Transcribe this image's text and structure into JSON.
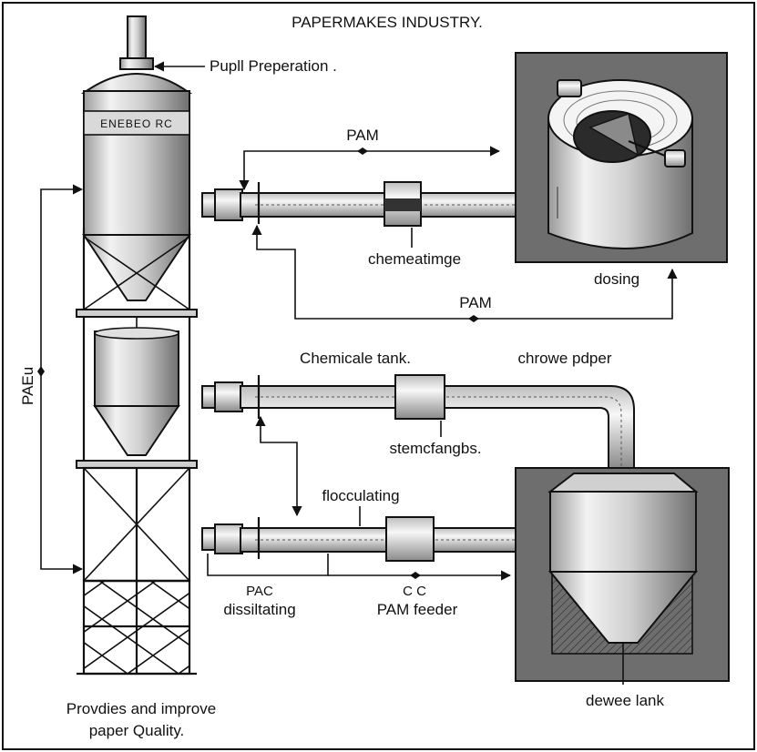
{
  "title": "PAPERMAKES INDUSTRY.",
  "labels": {
    "pulp_preparation": "Pupll Preperation .",
    "silo_stencil": "ENEBEO RC",
    "pam_top": "PAM",
    "chemeatimge": "chemeatimge",
    "dosing": "dosing",
    "pam_mid": "PAM",
    "chemical_tank": "Chemicale tank.",
    "chrowe_pdper": "chrowe pdper",
    "stemcfangbs": "stemcfangbs.",
    "flocculating": "flocculating",
    "pac": "PAC",
    "dissiltating": "dissiltating",
    "cc": "C C",
    "pam_feeder": "PAM feeder",
    "dewee_lank": "dewee lank",
    "paeu_side": "PAEu",
    "bottom_line1": "Provdies and improve",
    "bottom_line2": "paper Quality."
  }
}
